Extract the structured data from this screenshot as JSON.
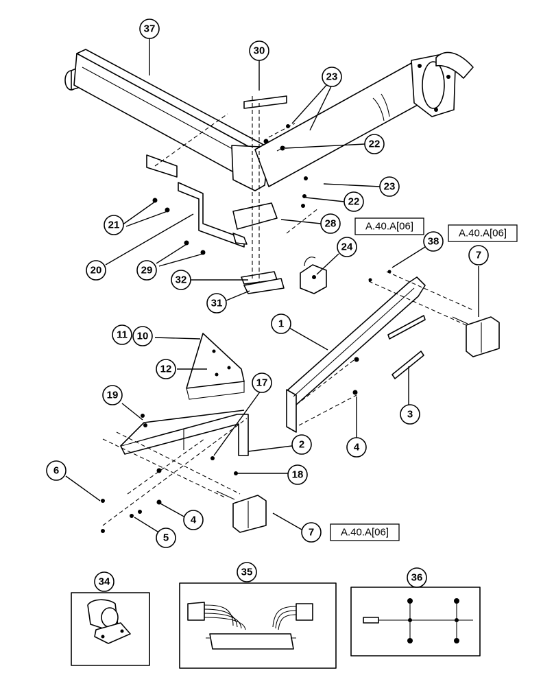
{
  "callouts": {
    "c37": "37",
    "c30": "30",
    "c23a": "23",
    "c22a": "22",
    "c23b": "23",
    "c22b": "22",
    "c21": "21",
    "c28": "28",
    "c20": "20",
    "c29": "29",
    "c24": "24",
    "c38": "38",
    "c7a": "7",
    "c32": "32",
    "c31": "31",
    "c1": "1",
    "c11": "11",
    "c10": "10",
    "c12": "12",
    "c17": "17",
    "c19": "19",
    "c3": "3",
    "c4a": "4",
    "c2": "2",
    "c6": "6",
    "c18": "18",
    "c4b": "4",
    "c5": "5",
    "c7b": "7",
    "c34": "34",
    "c35": "35",
    "c36": "36"
  },
  "references": {
    "ref_upper_left": "A.40.A[06]",
    "ref_upper_right": "A.40.A[06]",
    "ref_lower": "A.40.A[06]"
  },
  "colors": {
    "line": "#000000",
    "background": "#ffffff"
  }
}
